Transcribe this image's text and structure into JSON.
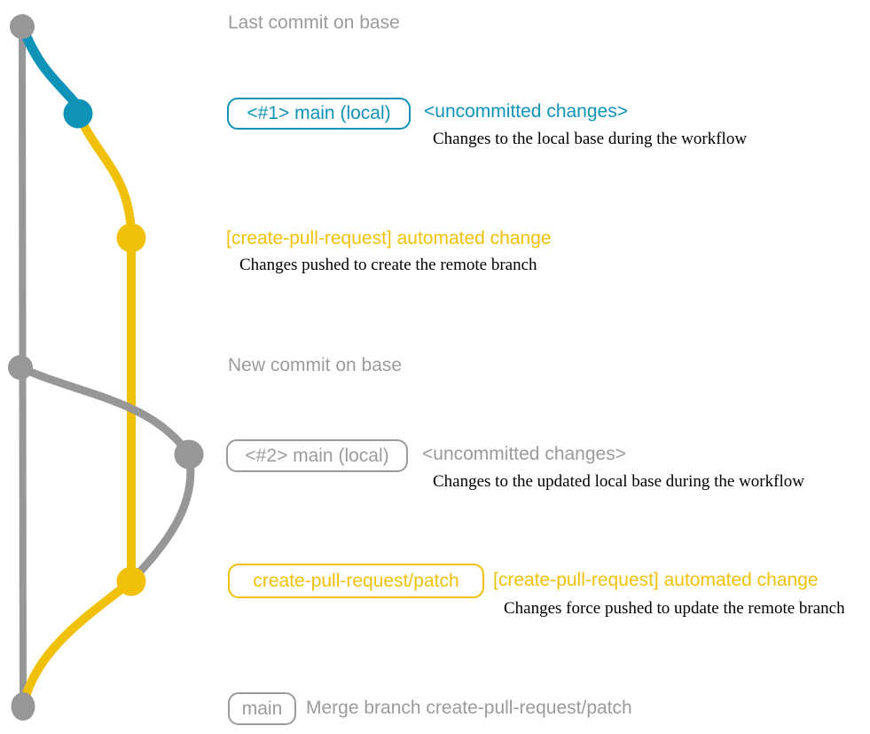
{
  "colors": {
    "branch_gray": "#979797",
    "branch_blue": "#0f93b8",
    "branch_yellow": "#f1c109",
    "label_gray": "#9b9b9b",
    "annotation_black": "#000000"
  },
  "graph": {
    "nodes": [
      {
        "name": "last-commit-on-base",
        "color": "#979797"
      },
      {
        "name": "main-local-1",
        "color": "#0f93b8"
      },
      {
        "name": "automated-change-1",
        "color": "#f1c109"
      },
      {
        "name": "new-commit-on-base",
        "color": "#979797"
      },
      {
        "name": "main-local-2",
        "color": "#979797"
      },
      {
        "name": "automated-change-2",
        "color": "#f1c109"
      },
      {
        "name": "merge-commit",
        "color": "#979797"
      }
    ]
  },
  "annotations": {
    "last_commit": "Last commit on base",
    "row_main1": {
      "badge": "<#1> main (local)",
      "headline": "<uncommitted changes>",
      "description": "Changes to the local base during the workflow"
    },
    "row_push1": {
      "headline": "[create-pull-request] automated change",
      "description": "Changes pushed to create the remote branch"
    },
    "new_commit": "New commit on base",
    "row_main2": {
      "badge": "<#2> main (local)",
      "headline": "<uncommitted changes>",
      "description": "Changes to the updated local base during the workflow"
    },
    "row_push2": {
      "badge": "create-pull-request/patch",
      "headline": "[create-pull-request] automated change",
      "description": "Changes force pushed to update the remote branch"
    },
    "row_merge": {
      "badge": "main",
      "label": "Merge branch create-pull-request/patch"
    }
  }
}
